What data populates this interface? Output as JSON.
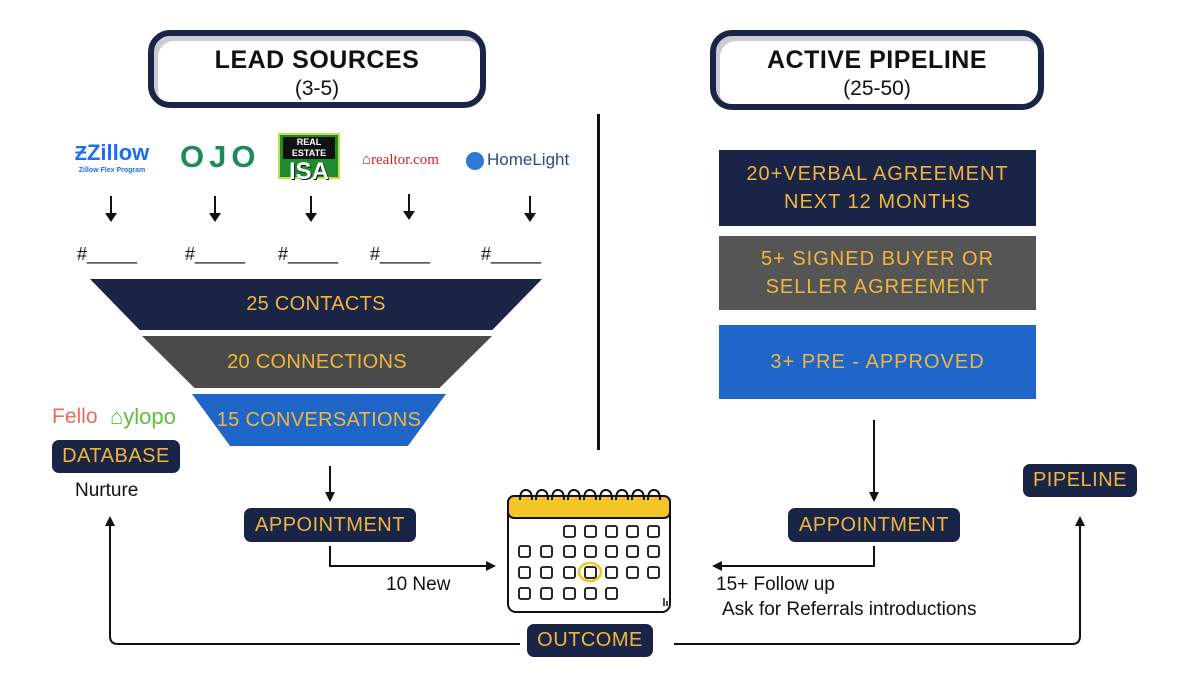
{
  "left_header": {
    "title": "LEAD SOURCES",
    "subtitle": "(3-5)"
  },
  "right_header": {
    "title": "ACTIVE PIPELINE",
    "subtitle": "(25-50)"
  },
  "lead_logos": [
    {
      "name": "Zillow",
      "sub": "Zillow Flex Program"
    },
    {
      "name": "OJO"
    },
    {
      "name": "REAL ESTATE",
      "sub": "ISA"
    },
    {
      "name": "realtor.com"
    },
    {
      "name": "HomeLight"
    }
  ],
  "blank_label": "#_____",
  "funnel": [
    {
      "label": "25  CONTACTS",
      "color": "#1a2446"
    },
    {
      "label": "20 CONNECTIONS",
      "color": "#4a4a4a"
    },
    {
      "label": "15 CONVERSATIONS",
      "color": "#2066c8"
    }
  ],
  "pipeline_boxes": [
    {
      "label": "20+VERBAL AGREEMENT NEXT 12 MONTHS",
      "line1": "20+VERBAL AGREEMENT",
      "line2": "NEXT 12 MONTHS",
      "color": "#1a2446"
    },
    {
      "label": "5+ SIGNED BUYER OR SELLER AGREEMENT",
      "line1": "5+ SIGNED BUYER OR",
      "line2": "SELLER AGREEMENT",
      "color": "#555555"
    },
    {
      "label": "3+ PRE - APPROVED",
      "line1": "3+ PRE - APPROVED",
      "color": "#2066c8"
    }
  ],
  "database": {
    "logo1": "Fello",
    "logo2": "ylopo",
    "label": "DATABASE",
    "sub": "Nurture"
  },
  "appointment_left": "APPOINTMENT",
  "appointment_right": "APPOINTMENT",
  "outcome": "OUTCOME",
  "pipeline_tag": "PIPELINE",
  "new_text": "10 New",
  "followup_text": "15+  Follow up",
  "referrals_text": "Ask for Referrals introductions",
  "colors": {
    "navy": "#1a2446",
    "gold": "#f0b63c",
    "gray": "#4a4a4a",
    "blue": "#2066c8"
  }
}
